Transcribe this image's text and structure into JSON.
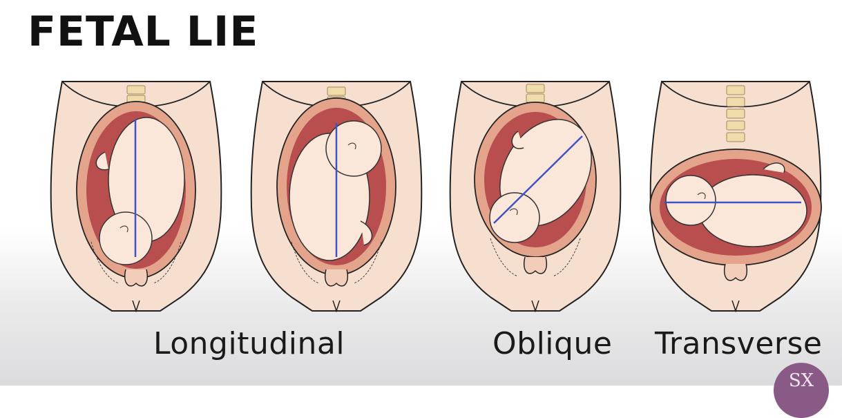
{
  "title": "FETAL LIE",
  "labels": {
    "longitudinal": "Longitudinal",
    "oblique": "Oblique",
    "transverse": "Transverse"
  },
  "badge": "SX",
  "colors": {
    "skin": "#f7dfd0",
    "uterus_wall": "#e4a48c",
    "uterine_cavity": "#b84e4e",
    "fetus": "#fae7da",
    "vertebra": "#f0dcaa",
    "axis_line": "#3f52c6"
  }
}
